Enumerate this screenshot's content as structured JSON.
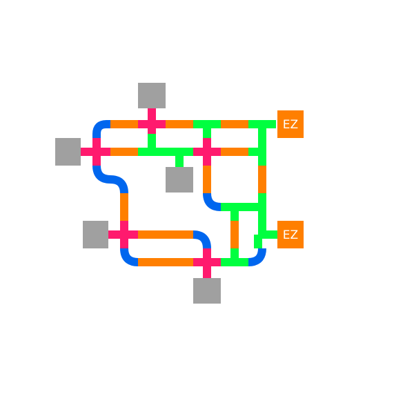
{
  "colors": {
    "background": "#ffffff",
    "straight_orange": "#ff7f00",
    "straight_green": "#00ff40",
    "curve_blue": "#0066ee",
    "junction_pink": "#ff1a6e",
    "block_gray": "#a0a0a0",
    "exit_orange": "#ff7f00",
    "exit_text": "#ffffff"
  },
  "exits": [
    {
      "id": "exit-top",
      "label": "EZ"
    },
    {
      "id": "exit-bottom",
      "label": "EZ"
    }
  ]
}
